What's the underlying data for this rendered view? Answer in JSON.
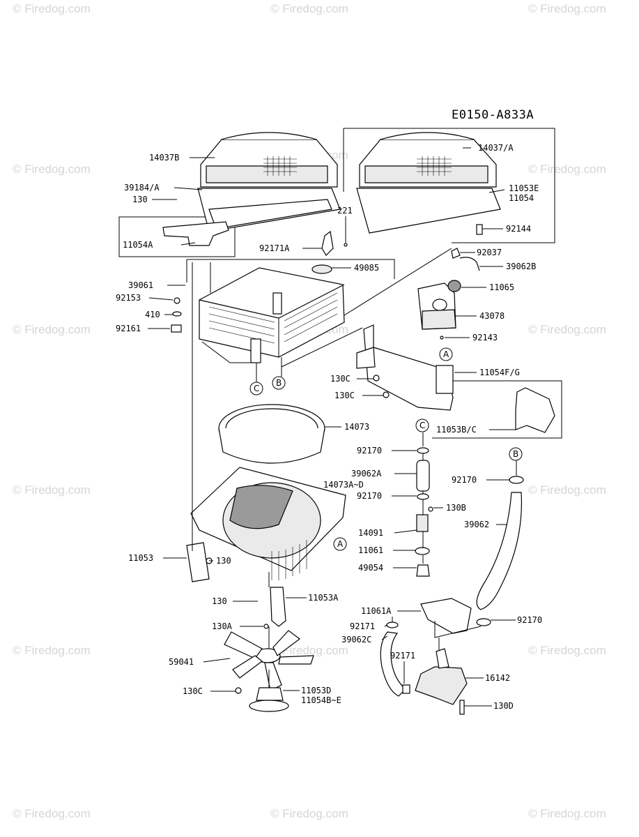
{
  "diagram_code": "E0150-A833A",
  "watermark": "© Firedog.com",
  "callout_letters": {
    "a": "A",
    "b": "B",
    "c": "C"
  },
  "parts": {
    "p14037B": "14037B",
    "p14037A": "14037/A",
    "p39184A": "39184/A",
    "p130_top": "130",
    "p11053E": "11053E",
    "p11054": "11054",
    "p221": "221",
    "p11054A": "11054A",
    "p92144": "92144",
    "p92171A": "92171A",
    "p92037": "92037",
    "p49085": "49085",
    "p39062B": "39062B",
    "p39061": "39061",
    "p11065": "11065",
    "p92153": "92153",
    "p410": "410",
    "p43078": "43078",
    "p92161": "92161",
    "p92143": "92143",
    "p11054FG": "11054F/G",
    "p130C_1": "130C",
    "p130C_2": "130C",
    "p14073": "14073",
    "p11053BC": "11053B/C",
    "p92170_1": "92170",
    "p39062A": "39062A",
    "p14073AD": "14073A~D",
    "p92170_b": "92170",
    "p92170_2": "92170",
    "p130B": "130B",
    "p39062": "39062",
    "p14091": "14091",
    "p11061": "11061",
    "p11053": "11053",
    "p130_mid": "130",
    "p49054": "49054",
    "p130_low": "130",
    "p11053A": "11053A",
    "p11061A": "11061A",
    "p130A": "130A",
    "p92171_1": "92171",
    "p92170_3": "92170",
    "p39062C": "39062C",
    "p92171_2": "92171",
    "p59041": "59041",
    "p16142": "16142",
    "p130C_3": "130C",
    "p11053D": "11053D",
    "p11054BE": "11054B~E",
    "p130D": "130D"
  }
}
